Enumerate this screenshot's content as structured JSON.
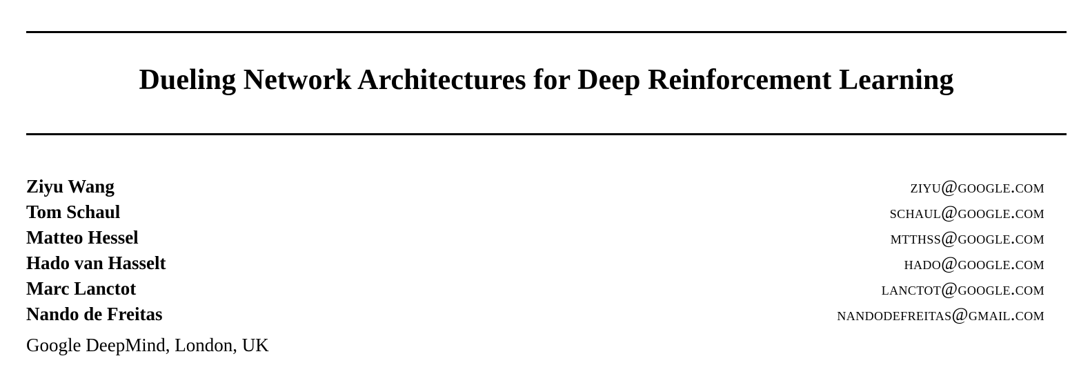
{
  "document": {
    "type": "paper-title-block",
    "background_color": "#ffffff",
    "text_color": "#000000",
    "title": "Dueling Network Architectures for Deep Reinforcement Learning",
    "rules": {
      "top_label": "horizontal-rule-top",
      "bottom_label": "horizontal-rule-bottom"
    },
    "authors": [
      {
        "name": "Ziyu Wang",
        "email": "ziyu@google.com"
      },
      {
        "name": "Tom Schaul",
        "email": "schaul@google.com"
      },
      {
        "name": "Matteo Hessel",
        "email": "mtthss@google.com"
      },
      {
        "name": "Hado van Hasselt",
        "email": "hado@google.com"
      },
      {
        "name": "Marc Lanctot",
        "email": "lanctot@google.com"
      },
      {
        "name": "Nando de Freitas",
        "email": "nandodefreitas@gmail.com"
      }
    ],
    "affiliation": "Google DeepMind, London, UK"
  }
}
